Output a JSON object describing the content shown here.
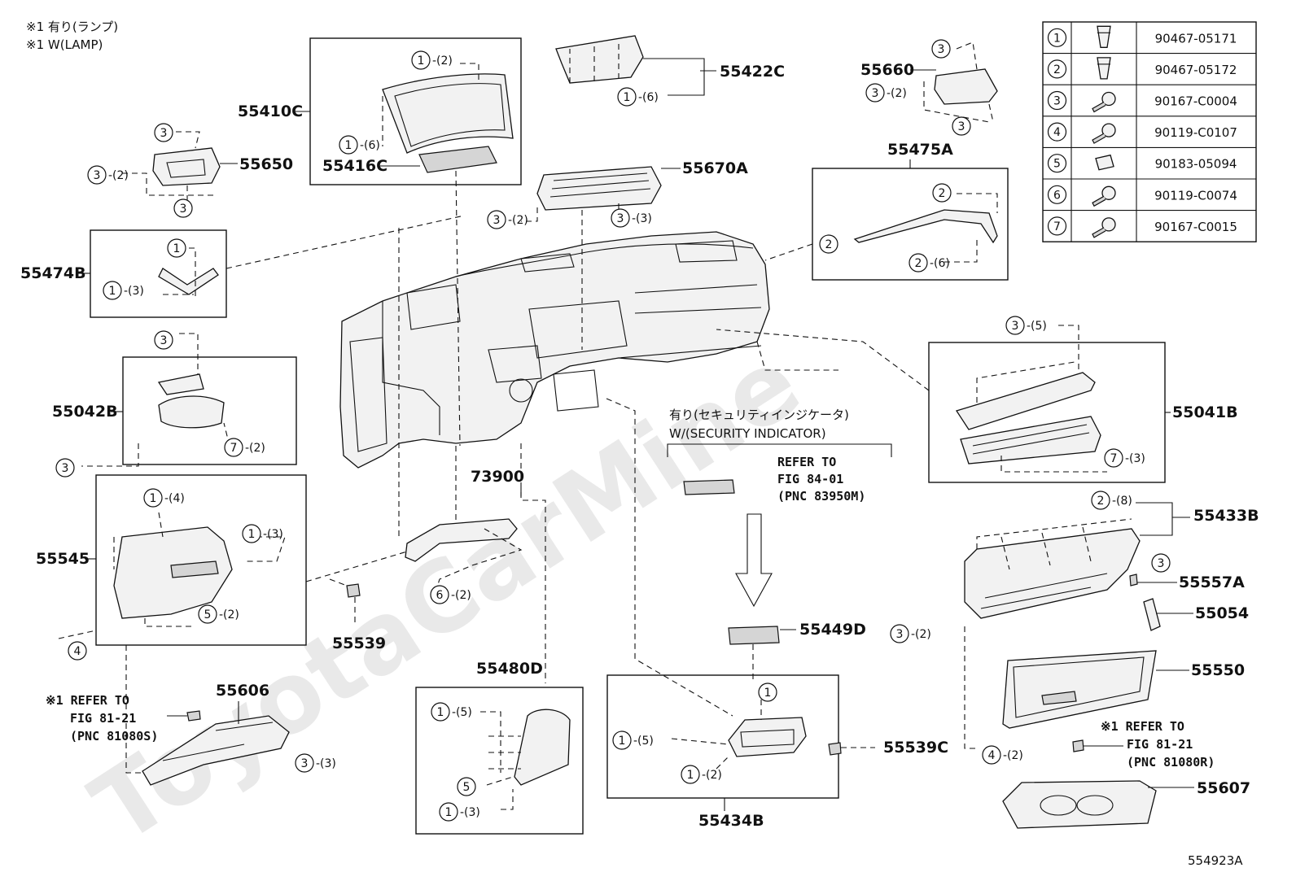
{
  "notes": {
    "line1": "※1 有り(ランプ)",
    "line2": "※1 W(LAMP)"
  },
  "watermark": "ToyotaCarMine",
  "figure_id": "554923A",
  "parts_table": [
    {
      "num": "1",
      "part_no": "90467-05171",
      "icon": "clip-icon"
    },
    {
      "num": "2",
      "part_no": "90467-05172",
      "icon": "clip-icon"
    },
    {
      "num": "3",
      "part_no": "90167-C0004",
      "icon": "screw-icon"
    },
    {
      "num": "4",
      "part_no": "90119-C0107",
      "icon": "bolt-icon"
    },
    {
      "num": "5",
      "part_no": "90183-05094",
      "icon": "nut-clip-icon"
    },
    {
      "num": "6",
      "part_no": "90119-C0074",
      "icon": "bolt-icon"
    },
    {
      "num": "7",
      "part_no": "90167-C0015",
      "icon": "screw-icon"
    }
  ],
  "labels": {
    "p55410C": "55410C",
    "p55416C": "55416C",
    "p55422C": "55422C",
    "p55660": "55660",
    "p55650": "55650",
    "p55670A": "55670A",
    "p55475A": "55475A",
    "p55474B": "55474B",
    "p55042B": "55042B",
    "p55041B": "55041B",
    "p73900": "73900",
    "p55545": "55545",
    "p55539": "55539",
    "p55606": "55606",
    "p55480D": "55480D",
    "p55449D": "55449D",
    "p55434B": "55434B",
    "p55539C": "55539C",
    "p55433B": "55433B",
    "p55557A": "55557A",
    "p55054": "55054",
    "p55550": "55550",
    "p55607": "55607"
  },
  "security": {
    "header_jp": "有り(セキュリティインジケータ)",
    "header_en": "W/(SECURITY INDICATOR)",
    "refer1": "REFER TO",
    "refer2": "FIG 84-01",
    "refer3": "(PNC 83950M)"
  },
  "refer_left": {
    "line1": "※1 REFER TO",
    "line2": "FIG 81-21",
    "line3": "(PNC 81080S)"
  },
  "refer_right": {
    "line1": "※1 REFER TO",
    "line2": "FIG 81-21",
    "line3": "(PNC 81080R)"
  },
  "callouts": [
    {
      "id": "c1",
      "num": "1",
      "qty": "-(2)"
    },
    {
      "id": "c2",
      "num": "1",
      "qty": "-(6)"
    },
    {
      "id": "c3",
      "num": "1",
      "qty": "-(6)"
    },
    {
      "id": "c4",
      "num": "3",
      "qty": ""
    },
    {
      "id": "c5",
      "num": "3",
      "qty": "-(2)"
    },
    {
      "id": "c6",
      "num": "3",
      "qty": ""
    },
    {
      "id": "c7",
      "num": "3",
      "qty": ""
    },
    {
      "id": "c8",
      "num": "3",
      "qty": "-(2)"
    },
    {
      "id": "c9",
      "num": "3",
      "qty": ""
    },
    {
      "id": "c10",
      "num": "3",
      "qty": "-(2)"
    },
    {
      "id": "c11",
      "num": "3",
      "qty": "-(3)"
    },
    {
      "id": "c12",
      "num": "2",
      "qty": ""
    },
    {
      "id": "c13",
      "num": "2",
      "qty": ""
    },
    {
      "id": "c14",
      "num": "2",
      "qty": "-(6)"
    },
    {
      "id": "c15",
      "num": "1",
      "qty": ""
    },
    {
      "id": "c16",
      "num": "1",
      "qty": "-(3)"
    },
    {
      "id": "c17",
      "num": "3",
      "qty": ""
    },
    {
      "id": "c18",
      "num": "7",
      "qty": "-(2)"
    },
    {
      "id": "c19",
      "num": "3",
      "qty": ""
    },
    {
      "id": "c20",
      "num": "3",
      "qty": "-(5)"
    },
    {
      "id": "c21",
      "num": "7",
      "qty": "-(3)"
    },
    {
      "id": "c22",
      "num": "1",
      "qty": "-(4)"
    },
    {
      "id": "c23",
      "num": "1",
      "qty": "-(3)"
    },
    {
      "id": "c24",
      "num": "5",
      "qty": "-(2)"
    },
    {
      "id": "c25",
      "num": "4",
      "qty": ""
    },
    {
      "id": "c26",
      "num": "6",
      "qty": "-(2)"
    },
    {
      "id": "c27",
      "num": "3",
      "qty": "-(3)"
    },
    {
      "id": "c28",
      "num": "1",
      "qty": "-(5)"
    },
    {
      "id": "c29",
      "num": "5",
      "qty": ""
    },
    {
      "id": "c30",
      "num": "1",
      "qty": "-(3)"
    },
    {
      "id": "c31",
      "num": "1",
      "qty": ""
    },
    {
      "id": "c32",
      "num": "1",
      "qty": "-(5)"
    },
    {
      "id": "c33",
      "num": "1",
      "qty": "-(2)"
    },
    {
      "id": "c34",
      "num": "2",
      "qty": "-(8)"
    },
    {
      "id": "c35",
      "num": "3",
      "qty": ""
    },
    {
      "id": "c36",
      "num": "3",
      "qty": "-(2)"
    },
    {
      "id": "c37",
      "num": "4",
      "qty": "-(2)"
    }
  ]
}
